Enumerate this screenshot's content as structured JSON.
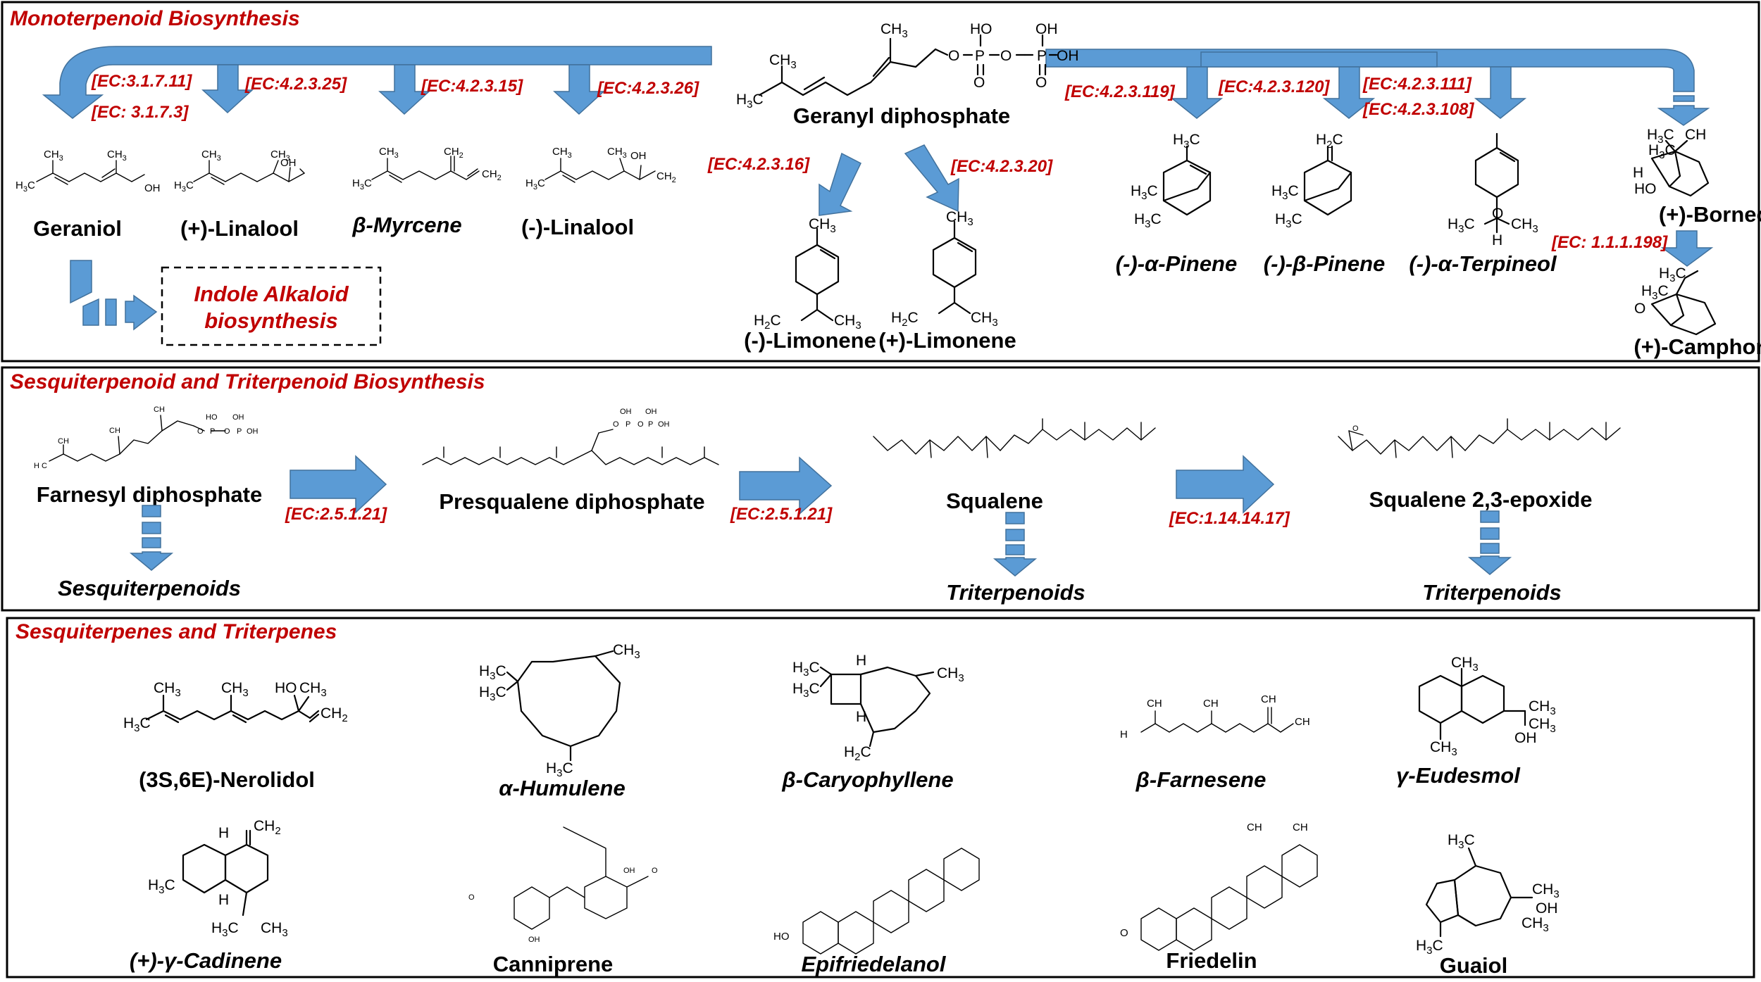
{
  "sections": {
    "mono": "Monoterpenoid Biosynthesis",
    "sesq": "Sesquiterpenoid and Triterpenoid Biosynthesis",
    "terp": "Sesquiterpenes and Triterpenes"
  },
  "mono": {
    "precursor": "Geranyl diphosphate",
    "ec": {
      "e1": "[EC:3.1.7.11]",
      "e1b": "[EC: 3.1.7.3]",
      "e2": "[EC:4.2.3.25]",
      "e3": "[EC:4.2.3.15]",
      "e4": "[EC:4.2.3.26]",
      "e5": "[EC:4.2.3.16]",
      "e6": "[EC:4.2.3.20]",
      "e7": "[EC:4.2.3.119]",
      "e8": "[EC:4.2.3.120]",
      "e9": "[EC:4.2.3.111]",
      "e9b": "[EC:4.2.3.108]",
      "e10": "[EC: 1.1.1.198]"
    },
    "products": {
      "geraniol": "Geraniol",
      "linalool_plus": "(+)-Linalool",
      "myrcene": "β-Myrcene",
      "linalool_minus": "(-)-Linalool",
      "limonene_minus": "(-)-Limonene",
      "limonene_plus": "(+)-Limonene",
      "a_pinene": "(-)-α-Pinene",
      "b_pinene": "(-)-β-Pinene",
      "a_terpineol": "(-)-α-Terpineol",
      "borneol": "(+)-Borneol",
      "camphor": "(+)-Camphor"
    },
    "indole_line1": "Indole Alkaloid",
    "indole_line2": "biosynthesis"
  },
  "sesq": {
    "fpp": "Farnesyl diphosphate",
    "psq": "Presqualene diphosphate",
    "sq": "Squalene",
    "sqe": "Squalene 2,3-epoxide",
    "ec1": "[EC:2.5.1.21]",
    "ec2": "[EC:2.5.1.21]",
    "ec3": "[EC:1.14.14.17]",
    "out1": "Sesquiterpenoids",
    "out2": "Triterpenoids",
    "out3": "Triterpenoids"
  },
  "terp": {
    "nerolidol": "(3S,6E)-Nerolidol",
    "humulene": "α-Humulene",
    "caryophyllene": "β-Caryophyllene",
    "farnesene": "β-Farnesene",
    "eudesmol": "γ-Eudesmol",
    "cadinene": "(+)-γ-Cadinene",
    "canniprene": "Canniprene",
    "epifriedelanol": "Epifriedelanol",
    "friedelin": "Friedelin",
    "guaiol": "Guaiol"
  },
  "atoms": {
    "ch3": "CH",
    "three": "3",
    "two": "2",
    "h3c": "H",
    "oh": "OH",
    "ho": "HO",
    "o": "O",
    "p": "P",
    "h": "H"
  },
  "colors": {
    "accent_red": "#c00000",
    "arrow_fill": "#5b9bd5",
    "arrow_stroke": "#41719c"
  }
}
